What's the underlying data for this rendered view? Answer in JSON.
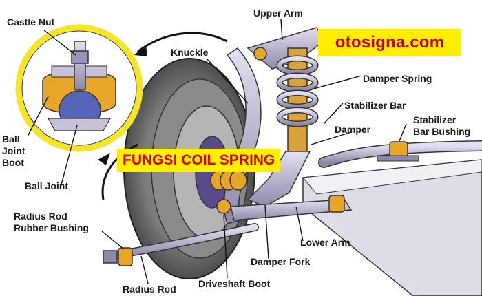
{
  "labels": {
    "castle_nut": "Castle Nut",
    "upper_arm": "Upper Arm",
    "knuckle": "Knuckle",
    "damper_spring": "Damper Spring",
    "stabilizer_bar": "Stabilizer Bar",
    "stabilizer_bar_bushing_line1": "Stabilizer",
    "stabilizer_bar_bushing_line2": "Bar Bushing",
    "damper": "Damper",
    "ball_joint_boot_line1": "Ball",
    "ball_joint_boot_line2": "Joint",
    "ball_joint_boot_line3": "Boot",
    "ball_joint": "Ball Joint",
    "radius_rod_bushing_line1": "Radius Rod",
    "radius_rod_bushing_line2": "Rubber Bushing",
    "lower_arm": "Lower Arm",
    "damper_fork": "Damper Fork",
    "radius_rod": "Radius Rod",
    "driveshaft_boot": "Driveshaft Boot"
  },
  "overlays": {
    "brand": "otosigna.com",
    "headline": "FUNGSI COIL SPRING"
  },
  "colors": {
    "overlay_bg": "#ffee00",
    "brand_text": "#c4001a",
    "headline_text": "#d4001a",
    "spring": "#e8a628",
    "metal": "#b9b3cc",
    "tire": "#6b6b6b",
    "callout_border": "#f4e526",
    "ball": "#5566b8",
    "boot": "#e8a628"
  }
}
